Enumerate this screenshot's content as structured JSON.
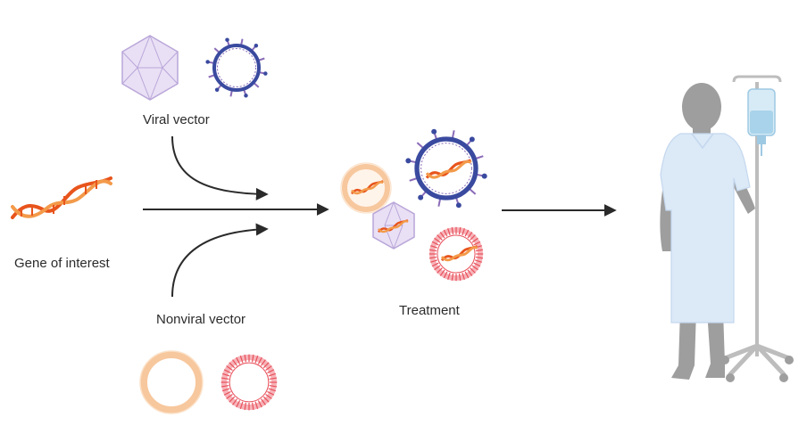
{
  "labels": {
    "viral_vector": "Viral vector",
    "gene_of_interest": "Gene of interest",
    "nonviral_vector": "Nonviral vector",
    "treatment": "Treatment"
  },
  "icons": [
    "dna-helix-icon",
    "capsid-icon",
    "enveloped-virus-icon",
    "liposome-icon",
    "lipid-nanoparticle-icon",
    "patient-icon",
    "iv-stand-icon",
    "arrow-icon"
  ],
  "colors": {
    "dna_orange": "#e8541c",
    "dna_light": "#f39a4a",
    "capsid_fill": "#e9e0f5",
    "capsid_stroke": "#b9a6d9",
    "virus_blue": "#3a4a9f",
    "spike_purple": "#8a6bb8",
    "liposome_peach": "#f7c79d",
    "lnp_red": "#e8505b",
    "lnp_pink": "#f6b3b8",
    "patient_gray": "#9e9e9e",
    "gown_blue": "#dce9f7",
    "iv_gray": "#bdbdbd",
    "arrow": "#2a2a2a"
  }
}
